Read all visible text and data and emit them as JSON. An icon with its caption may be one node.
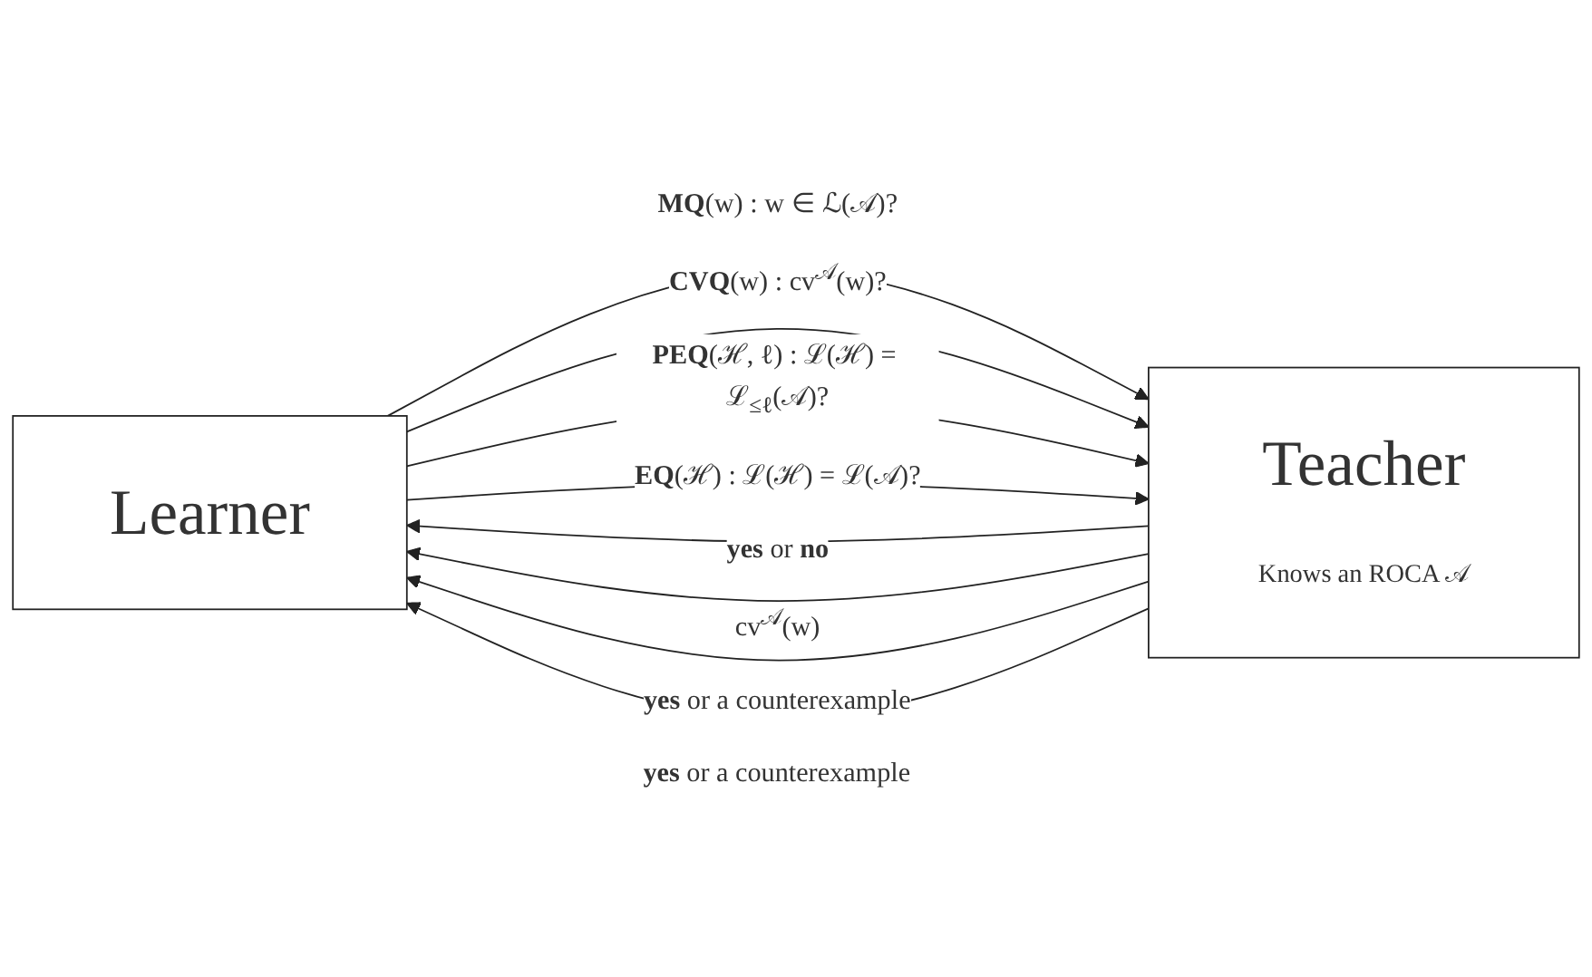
{
  "diagram": {
    "nodes": [
      {
        "text": [
          "Learner"
        ]
      },
      {
        "text": [
          "Teacher",
          "Knows an ROCA 𝒜"
        ]
      }
    ],
    "edges": [
      {
        "from": 0,
        "to": 1,
        "arrow": "to",
        "label": "**MQ**(w) : w ∈ ℒ(𝒜)?"
      },
      {
        "from": 1,
        "to": 0,
        "arrow": "to",
        "label": "**yes** or **no**"
      },
      {
        "from": 0,
        "to": 1,
        "arrow": "to",
        "label": "**CVQ**(w) : cv$^{𝒜}$(w)?"
      },
      {
        "from": 1,
        "to": 0,
        "arrow": "to",
        "label": "cv$^{𝒜}$(w)"
      },
      {
        "from": 0,
        "to": 1,
        "arrow": "to",
        "label": "**PEQ**(ℋ, ℓ) : ℒ(ℋ) = ℒ$_{≤ℓ}$(𝒜)?"
      },
      {
        "from": 1,
        "to": 0,
        "arrow": "to",
        "label": "**yes** or a counterexample"
      },
      {
        "from": 0,
        "to": 1,
        "arrow": "to",
        "label": "**EQ**(ℋ) : ℒ(ℋ) = ℒ(𝒜)?"
      },
      {
        "from": 1,
        "to": 0,
        "arrow": "to",
        "label": "**yes** or a counterexample"
      }
    ]
  }
}
